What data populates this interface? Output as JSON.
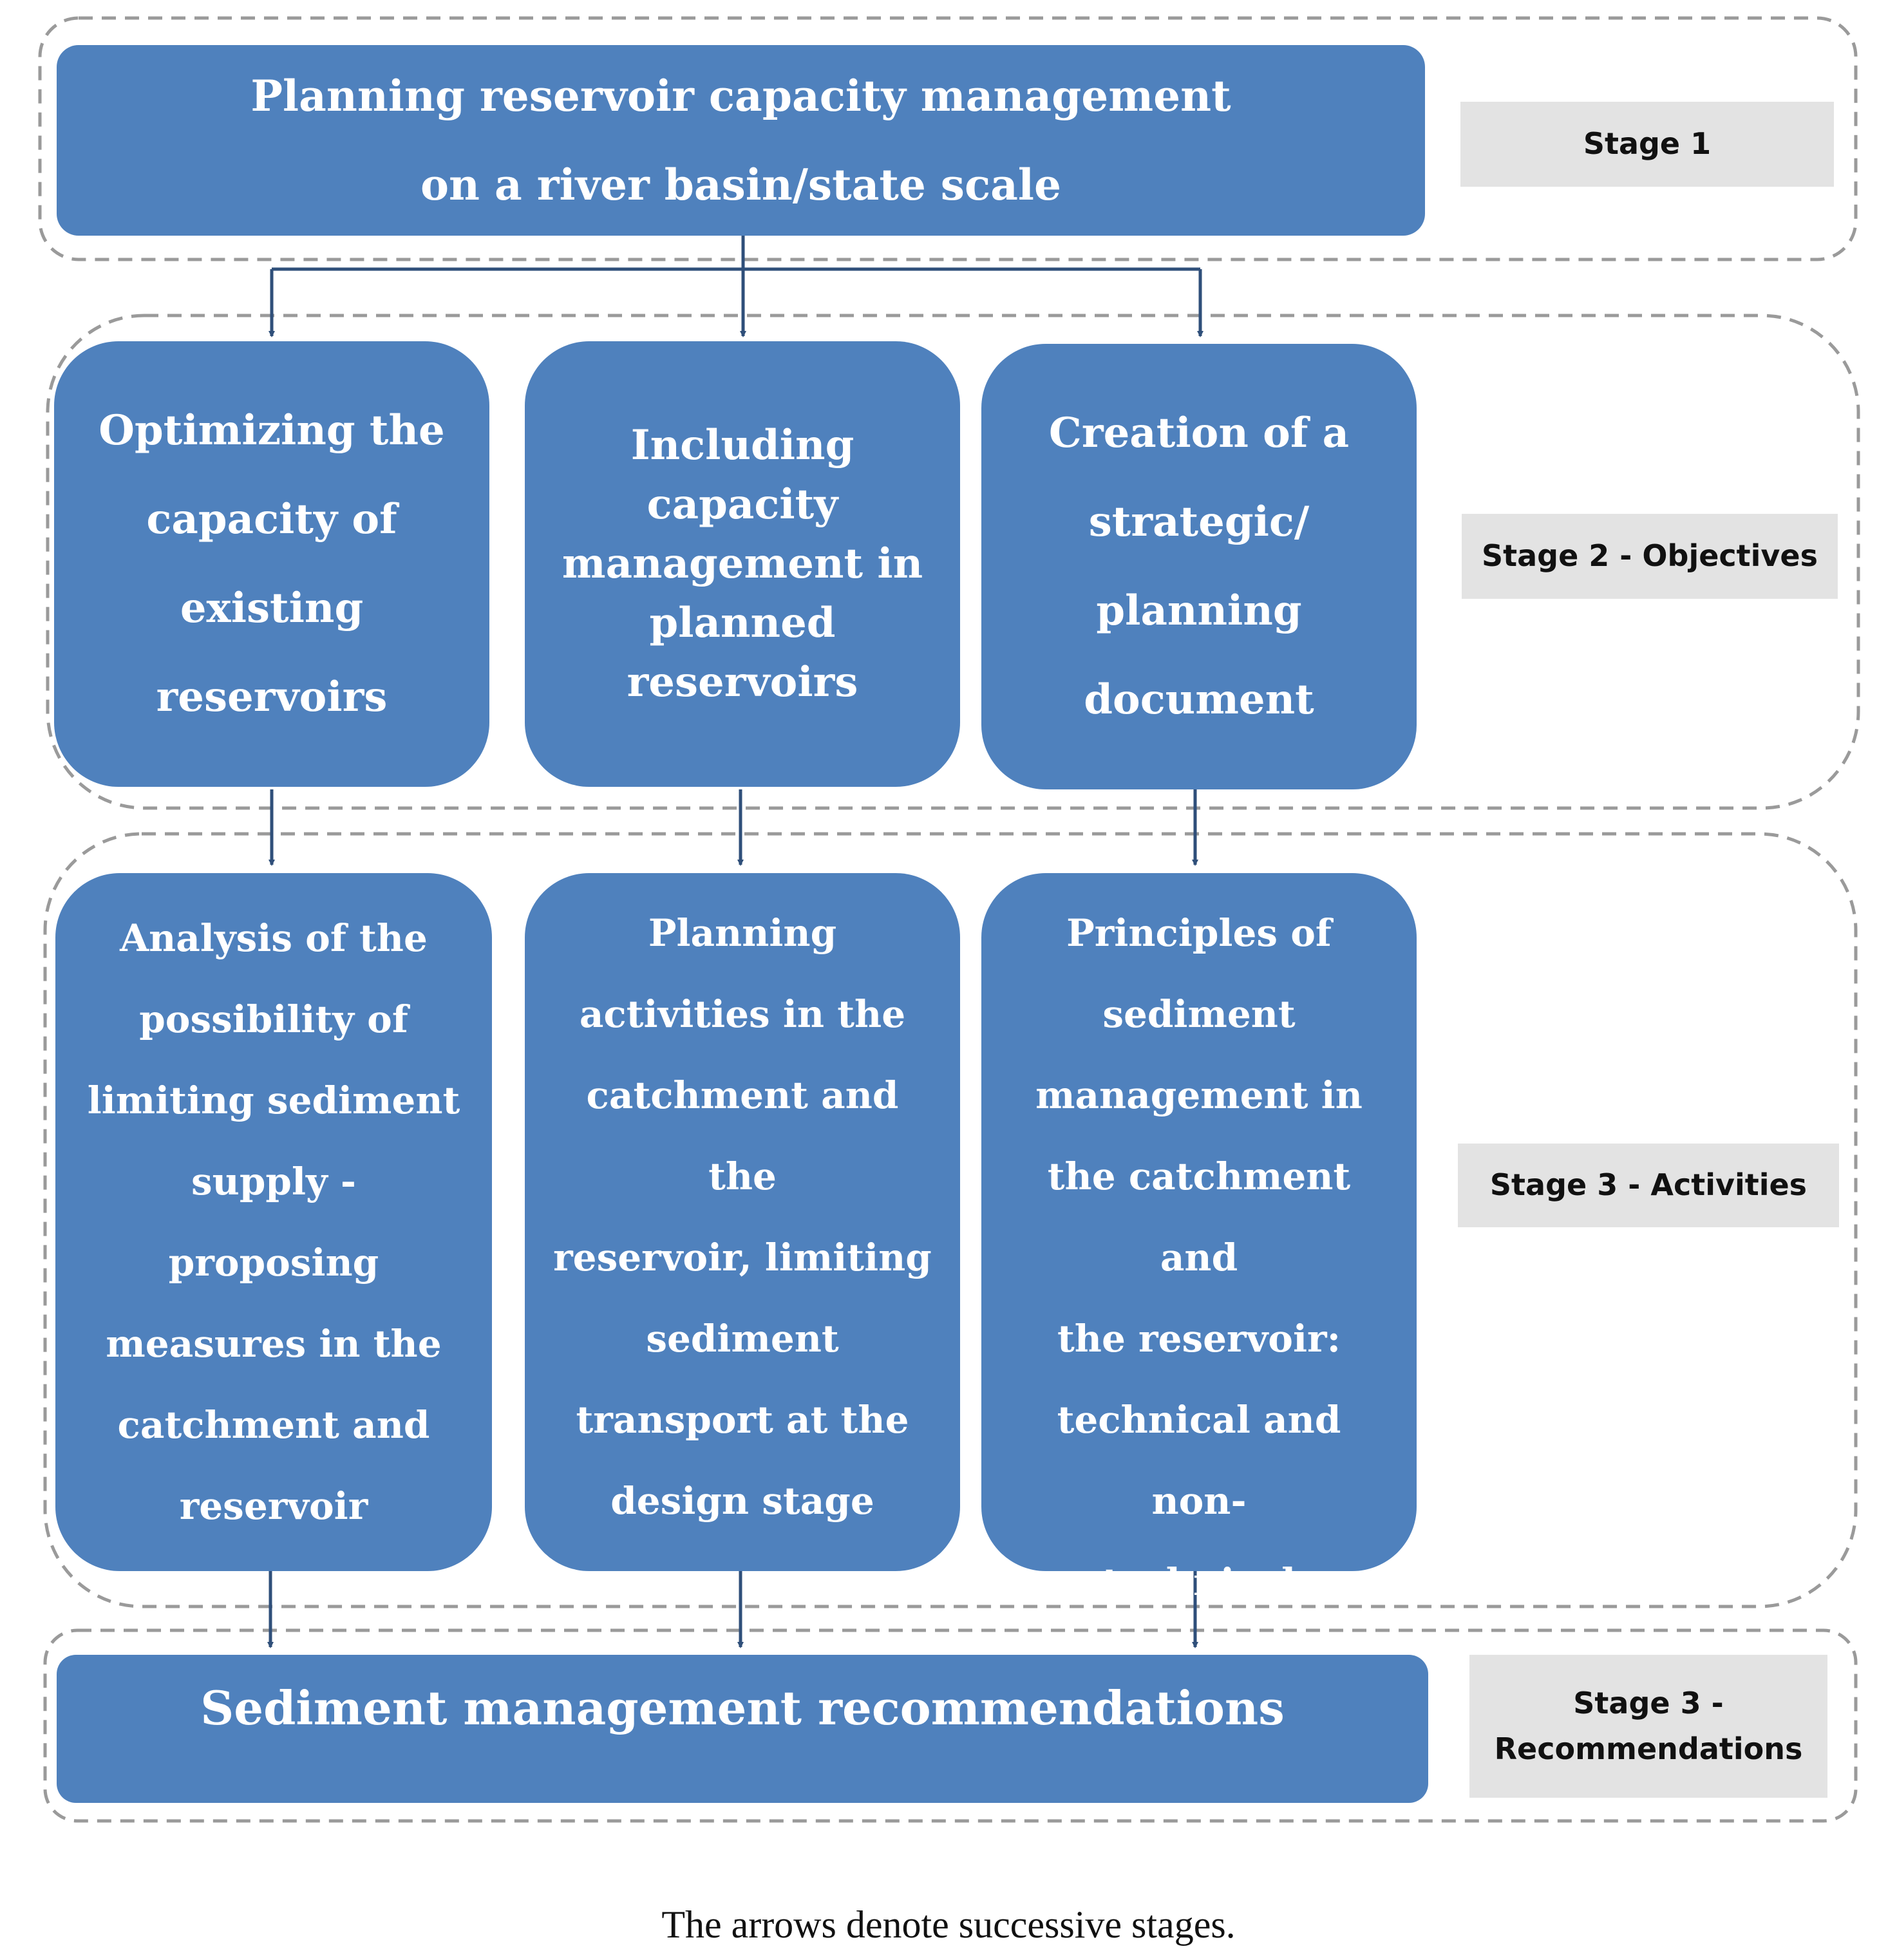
{
  "colors": {
    "box_fill": "#4f81bd",
    "box_text": "#ffffff",
    "tag_fill": "#e3e3e3",
    "frame_dash": "#9a9a9a",
    "arrow": "#2f4f7a"
  },
  "stage1": {
    "title_line1": "Planning reservoir capacity management",
    "title_line2": "on a river basin/state scale",
    "label": "Stage 1"
  },
  "stage2": {
    "label": "Stage 2 - Objectives",
    "boxes": [
      {
        "lines": [
          "Optimizing the",
          "capacity of",
          "existing",
          "reservoirs"
        ]
      },
      {
        "lines": [
          "Including",
          "capacity",
          "management in",
          "planned",
          "reservoirs"
        ]
      },
      {
        "lines": [
          "Creation of a",
          "strategic/",
          "planning",
          "document"
        ]
      }
    ]
  },
  "stage3": {
    "label": "Stage 3 - Activities",
    "boxes": [
      {
        "lines": [
          "Analysis of the",
          "possibility of",
          "limiting sediment",
          "supply -",
          "proposing",
          "measures in the",
          "catchment and",
          "reservoir"
        ]
      },
      {
        "lines": [
          "Planning",
          "activities in the",
          "catchment and the",
          "reservoir, limiting",
          "sediment",
          "transport at the",
          "design stage"
        ]
      },
      {
        "lines": [
          "Principles of",
          "sediment",
          "management in",
          "the catchment and",
          "the reservoir:",
          "technical and non-",
          "technical"
        ]
      }
    ]
  },
  "stage4": {
    "title": "Sediment management recommendations",
    "label_line1": "Stage 3 -",
    "label_line2": "Recommendations"
  },
  "caption": "The arrows denote successive stages."
}
